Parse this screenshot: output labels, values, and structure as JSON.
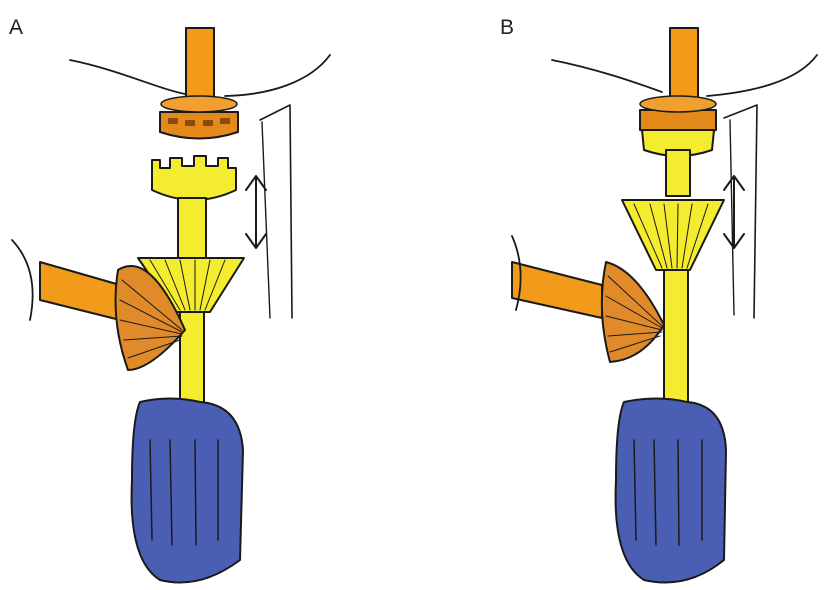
{
  "panels": [
    {
      "label": "A",
      "state": "disengaged"
    },
    {
      "label": "B",
      "state": "engaged"
    }
  ],
  "colors": {
    "upper_shaft": "#f29a1a",
    "upper_clutch": "#e38a1a",
    "lower_shaft": "#f4ec2e",
    "side_shaft": "#f29a1a",
    "side_gear": "#e08a2a",
    "handle": "#4a5fb4",
    "ink": "#1a1a1a"
  },
  "icons": [
    "double-headed-arrow-icon"
  ]
}
